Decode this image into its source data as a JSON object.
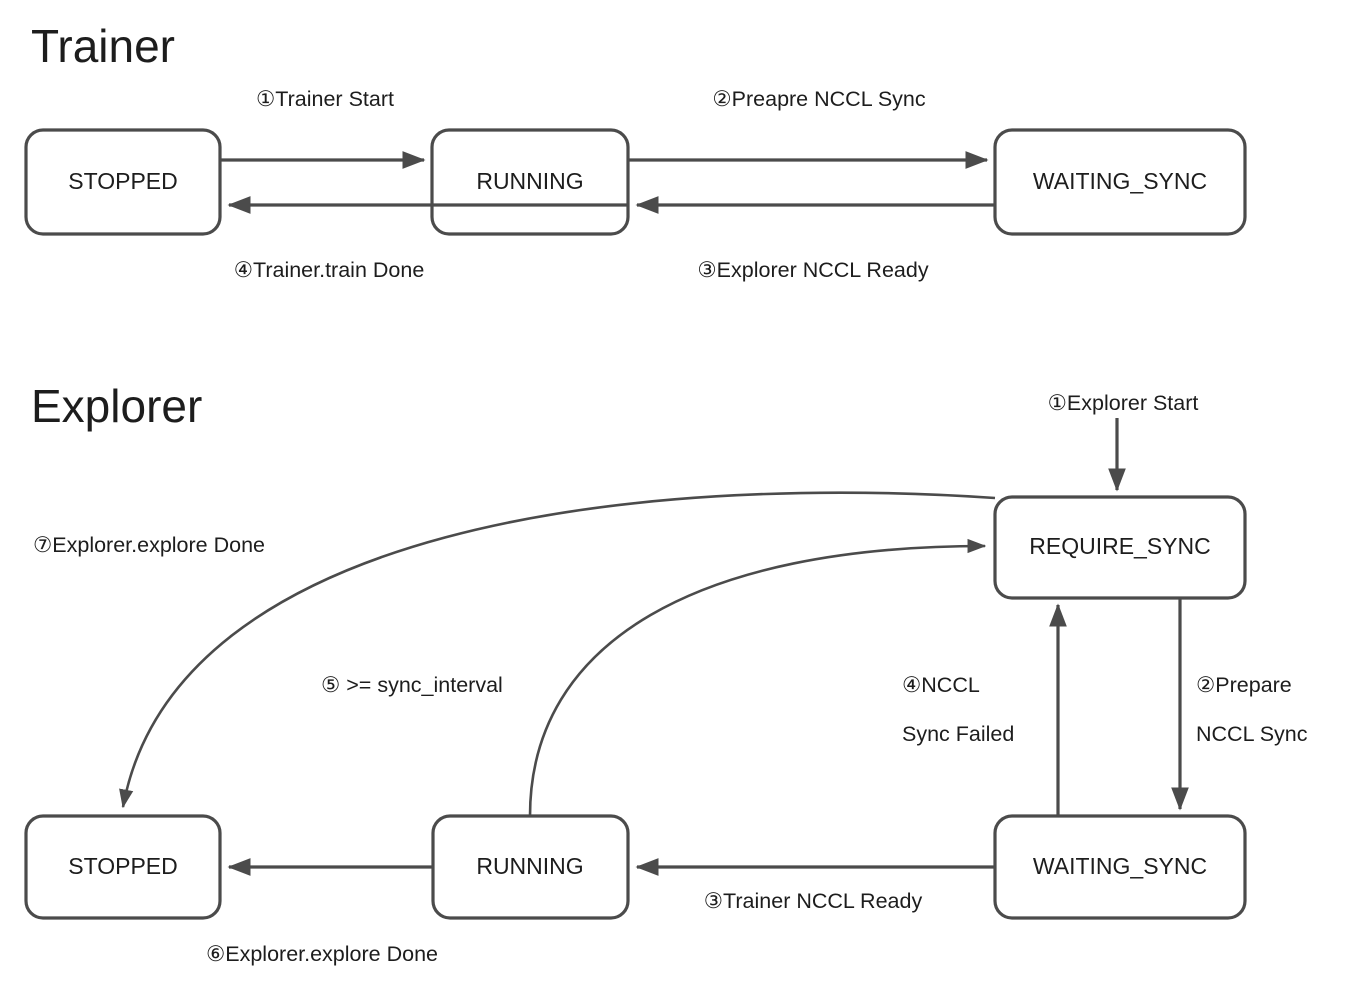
{
  "diagram": {
    "background_color": "#ffffff",
    "stroke_color": "#4b4b4b",
    "text_color": "#1d1d1d",
    "sections": [
      {
        "id": "trainer",
        "title": "Trainer"
      },
      {
        "id": "explorer",
        "title": "Explorer"
      }
    ]
  },
  "trainer": {
    "title": "Trainer",
    "states": [
      {
        "id": "stopped",
        "label": "STOPPED"
      },
      {
        "id": "running",
        "label": "RUNNING"
      },
      {
        "id": "waiting_sync",
        "label": "WAITING_SYNC"
      }
    ],
    "transitions": [
      {
        "id": "t1",
        "order": "①",
        "label": "①Trainer Start",
        "from": "STOPPED",
        "to": "RUNNING"
      },
      {
        "id": "t2",
        "order": "②",
        "label": "②Preapre NCCL Sync",
        "from": "RUNNING",
        "to": "WAITING_SYNC"
      },
      {
        "id": "t3",
        "order": "③",
        "label": "③Explorer NCCL Ready",
        "from": "WAITING_SYNC",
        "to": "RUNNING"
      },
      {
        "id": "t4",
        "order": "④",
        "label": "④Trainer.train Done",
        "from": "RUNNING",
        "to": "STOPPED"
      }
    ]
  },
  "explorer": {
    "title": "Explorer",
    "states": [
      {
        "id": "stopped",
        "label": "STOPPED"
      },
      {
        "id": "running",
        "label": "RUNNING"
      },
      {
        "id": "require_sync",
        "label": "REQUIRE_SYNC"
      },
      {
        "id": "waiting_sync",
        "label": "WAITING_SYNC"
      }
    ],
    "transitions": [
      {
        "id": "e1",
        "order": "①",
        "label": "①Explorer Start",
        "from": "start",
        "to": "REQUIRE_SYNC"
      },
      {
        "id": "e2",
        "order": "②",
        "label_line1": "②Prepare",
        "label_line2": "NCCL Sync",
        "from": "REQUIRE_SYNC",
        "to": "WAITING_SYNC"
      },
      {
        "id": "e3",
        "order": "③",
        "label": "③Trainer NCCL Ready",
        "from": "WAITING_SYNC",
        "to": "RUNNING"
      },
      {
        "id": "e4",
        "order": "④",
        "label_line1": "④NCCL",
        "label_line2": "Sync Failed",
        "from": "WAITING_SYNC",
        "to": "REQUIRE_SYNC"
      },
      {
        "id": "e5",
        "order": "⑤",
        "label": "⑤ >= sync_interval",
        "from": "RUNNING",
        "to": "REQUIRE_SYNC"
      },
      {
        "id": "e6",
        "order": "⑥",
        "label": "⑥Explorer.explore Done",
        "from": "RUNNING",
        "to": "STOPPED"
      },
      {
        "id": "e7",
        "order": "⑦",
        "label": "⑦Explorer.explore Done",
        "from": "REQUIRE_SYNC",
        "to": "STOPPED"
      }
    ]
  }
}
